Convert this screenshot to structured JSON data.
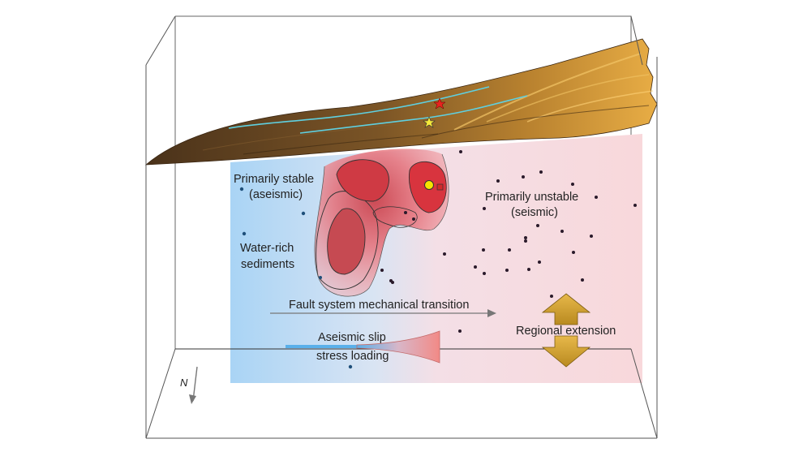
{
  "labels": {
    "stable_line1": "Primarily stable",
    "stable_line2": "(aseismic)",
    "water_line1": "Water-rich",
    "water_line2": "sediments",
    "unstable_line1": "Primarily unstable",
    "unstable_line2": "(seismic)",
    "transition": "Fault system mechanical transition",
    "aseismic_slip": "Aseismic slip",
    "stress_loading": "stress loading",
    "regional_extension": "Regional extension",
    "north": "N"
  },
  "colors": {
    "stable_side": "#b9dcf6",
    "unstable_side": "#f9d6d8",
    "density_core": "#d9333f",
    "fault_trace": "#5fd0e0",
    "extension_arrow": "#d9a531",
    "terrain_dark": "#5a3d1c",
    "terrain_light": "#e0a742"
  },
  "icons": [
    "north-arrow-icon",
    "star-icon",
    "circle-marker-icon",
    "square-marker-icon"
  ]
}
